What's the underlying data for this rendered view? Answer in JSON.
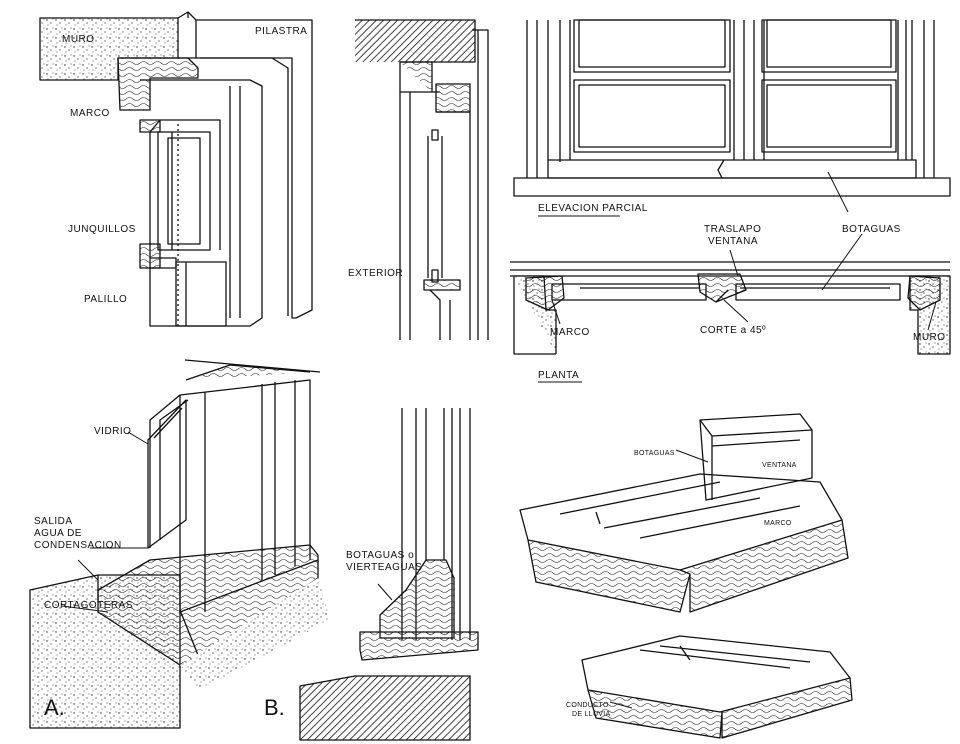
{
  "labels": {
    "muro_top": "MURO",
    "pilastra": "PILASTRA",
    "marco_a": "MARCO",
    "junquillos": "JUNQUILLOS",
    "palillo": "PALILLO",
    "exterior": "EXTERIOR",
    "elevacion": "ELEVACION PARCIAL",
    "traslapo_1": "TRASLAPO",
    "traslapo_2": "VENTANA",
    "botaguas_top": "BOTAGUAS",
    "marco_plan": "MARCO",
    "corte": "CORTE a 45º",
    "muro_plan": "MURO",
    "planta": "PLANTA",
    "vidrio": "VIDRIO",
    "salida_1": "SALIDA",
    "salida_2": "AGUA  DE",
    "salida_3": "CONDENSACION",
    "cortagoteras": "CORTAGOTERAS",
    "botaguas_b1": "BOTAGUAS o",
    "botaguas_b2": "VIERTEAGUAS",
    "botaguas_iso": "BOTAGUAS",
    "ventana_iso": "VENTANA",
    "marco_iso": "MARCO",
    "conducto_1": "CONDUCTO",
    "conducto_2": "DE LLUVIA",
    "fig_a": "A.",
    "fig_b": "B."
  }
}
